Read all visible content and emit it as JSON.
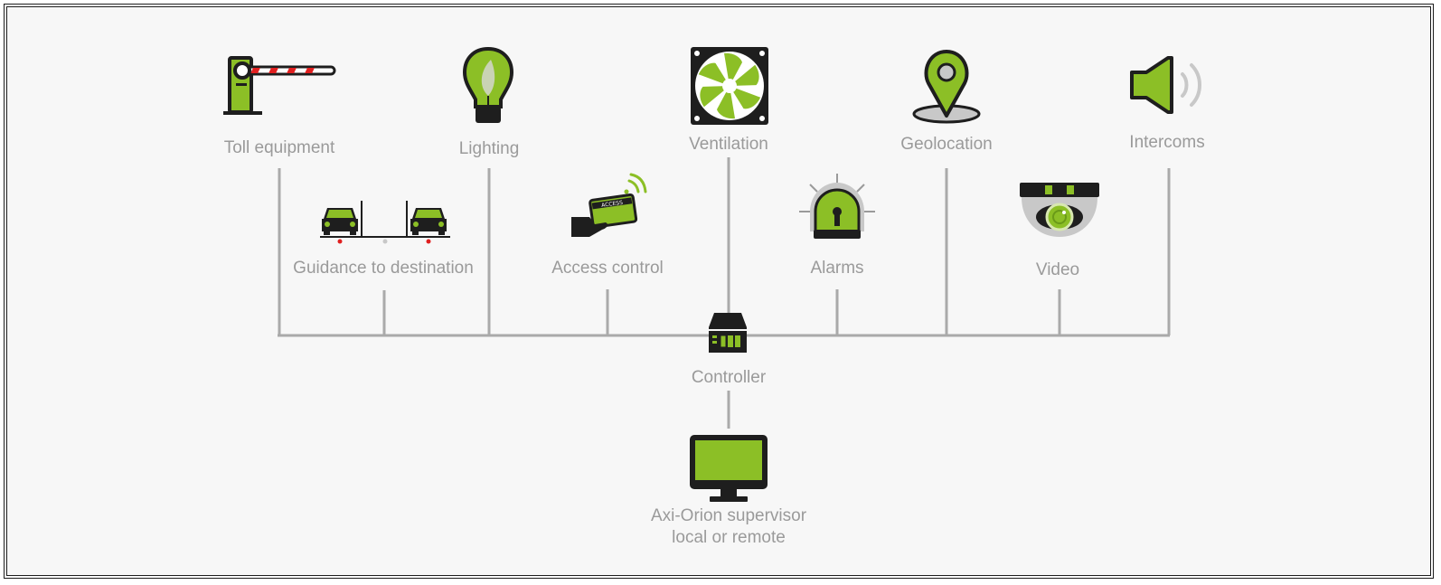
{
  "colors": {
    "accent": "#8cbf26",
    "dark": "#1e1e1e",
    "line": "#aaaaaa",
    "label": "#9a9a9a",
    "background": "#f7f7f7",
    "alert": "#e02020"
  },
  "nodes": {
    "toll_equipment": {
      "label": "Toll equipment",
      "icon": "barrier-gate-icon"
    },
    "lighting": {
      "label": "Lighting",
      "icon": "light-bulb-icon"
    },
    "ventilation": {
      "label": "Ventilation",
      "icon": "fan-icon"
    },
    "geolocation": {
      "label": "Geolocation",
      "icon": "map-pin-icon"
    },
    "intercoms": {
      "label": "Intercoms",
      "icon": "speaker-icon"
    },
    "guidance": {
      "label": "Guidance to destination",
      "icon": "cars-guidance-icon"
    },
    "access_control": {
      "label": "Access control",
      "icon": "access-card-icon"
    },
    "alarms": {
      "label": "Alarms",
      "icon": "alarm-beacon-icon"
    },
    "video": {
      "label": "Video",
      "icon": "dome-camera-icon"
    },
    "controller": {
      "label": "Controller",
      "icon": "controller-icon"
    },
    "supervisor": {
      "label_line1": "Axi-Orion supervisor",
      "label_line2": "local or remote",
      "icon": "monitor-icon"
    }
  }
}
